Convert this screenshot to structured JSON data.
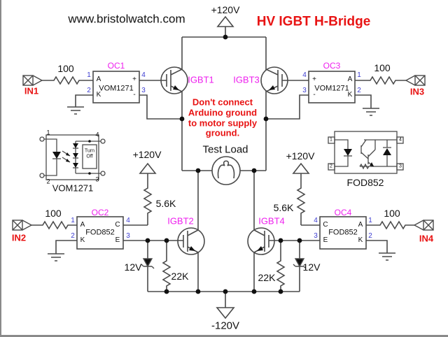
{
  "header": {
    "website": "www.bristolwatch.com",
    "title": "HV IGBT H-Bridge"
  },
  "warning": [
    "Don't connect",
    "Arduino ground",
    "to motor supply",
    "ground."
  ],
  "power": {
    "top": "+120V",
    "mid_left": "+120V",
    "mid_right": "+120V",
    "bottom": "-120V"
  },
  "load": {
    "label": "Test Load"
  },
  "inputs": {
    "in1": "IN1",
    "in2": "IN2",
    "in3": "IN3",
    "in4": "IN4"
  },
  "resistors": {
    "r_in1": "100",
    "r_in2": "100",
    "r_in3": "100",
    "r_in4": "100",
    "r56_left": "5.6K",
    "r56_right": "5.6K",
    "r22_left": "22K",
    "r22_right": "22K"
  },
  "zeners": {
    "left": "12V",
    "right": "12V"
  },
  "igbts": {
    "q1": "IGBT1",
    "q2": "IGBT2",
    "q3": "IGBT3",
    "q4": "IGBT4"
  },
  "opto": {
    "oc1": {
      "ref": "OC1",
      "part": "VOM1271",
      "l_tl": "A",
      "l_bl": "K",
      "l_tr": "+",
      "l_br": "-",
      "n_tl": "1",
      "n_bl": "2",
      "n_tr": "4",
      "n_br": "3"
    },
    "oc2": {
      "ref": "OC2",
      "part": "FOD852",
      "l_tl": "A",
      "l_bl": "K",
      "l_tr": "C",
      "l_br": "E",
      "n_tl": "1",
      "n_bl": "2",
      "n_tr": "4",
      "n_br": "3"
    },
    "oc3": {
      "ref": "OC3",
      "part": "VOM1271",
      "l_tl": "+",
      "l_bl": "-",
      "l_tr": "A",
      "l_br": "K",
      "n_tl": "4",
      "n_bl": "3",
      "n_tr": "1",
      "n_br": "2"
    },
    "oc4": {
      "ref": "OC4",
      "part": "FOD852",
      "l_tl": "C",
      "l_bl": "E",
      "l_tr": "A",
      "l_br": "K",
      "n_tl": "4",
      "n_bl": "3",
      "n_tr": "1",
      "n_br": "2"
    }
  },
  "detail_vom": {
    "part": "VOM1271",
    "turn_off_1": "Turn",
    "turn_off_2": "Off",
    "p1": "1",
    "p2": "2",
    "p3": "3",
    "p4": "4"
  },
  "detail_fod": {
    "part": "FOD852",
    "p1": "1",
    "p2": "2",
    "p3": "3",
    "p4": "4"
  },
  "colors": {
    "wire": "#4a4a4a",
    "text": "#111111",
    "red": "#e81313",
    "magenta": "#ee1fee",
    "pin_blue": "#3b3bd0",
    "background": "#ffffff"
  }
}
